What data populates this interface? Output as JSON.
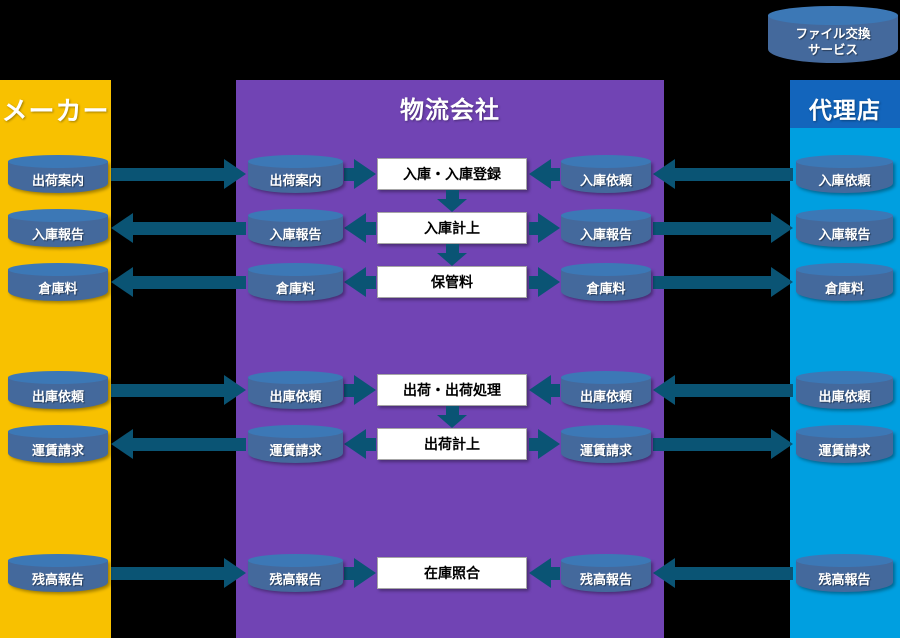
{
  "colors": {
    "bg": "#000000",
    "col-yellow": "#F8C100",
    "col-purple": "#7144B4",
    "col-blue": "#009FE0",
    "col-blue-dark": "#1365BC",
    "arrow": "#0A5474",
    "cyl-top": "#3C78B6",
    "cyl-body": "#44699C",
    "box-bg": "#FFFFFF",
    "box-border": "#A6A6A6"
  },
  "service": {
    "line1": "ファイル交換",
    "line2": "サービス"
  },
  "maker": {
    "title": "メーカー",
    "items": [
      "出荷案内",
      "入庫報告",
      "倉庫料",
      "出庫依頼",
      "運賃請求",
      "残高報告"
    ]
  },
  "logistics": {
    "title": "物流会社",
    "left": [
      "出荷案内",
      "入庫報告",
      "倉庫料",
      "出庫依頼",
      "運賃請求",
      "残高報告"
    ],
    "process": [
      "入庫・入庫登録",
      "入庫計上",
      "保管料",
      "出荷・出荷処理",
      "出荷計上",
      "在庫照合"
    ],
    "right": [
      "入庫依頼",
      "入庫報告",
      "倉庫料",
      "出庫依頼",
      "運賃請求",
      "残高報告"
    ]
  },
  "agency": {
    "title": "代理店",
    "items": [
      "入庫依頼",
      "入庫報告",
      "倉庫料",
      "出庫依頼",
      "運賃請求",
      "残高報告"
    ]
  },
  "flows": {
    "rows": [
      {
        "maker_logistics": "right",
        "cyl_process": "right",
        "process_cyl": "left",
        "agency_logistics": "left"
      },
      {
        "maker_logistics": "left",
        "cyl_process": "left",
        "process_cyl": "right",
        "agency_logistics": "right"
      },
      {
        "maker_logistics": "left",
        "cyl_process": "left",
        "process_cyl": "right",
        "agency_logistics": "right"
      },
      {
        "maker_logistics": "right",
        "cyl_process": "right",
        "process_cyl": "left",
        "agency_logistics": "left"
      },
      {
        "maker_logistics": "left",
        "cyl_process": "left",
        "process_cyl": "right",
        "agency_logistics": "right"
      },
      {
        "maker_logistics": "right",
        "cyl_process": "right",
        "process_cyl": "left",
        "agency_logistics": "left"
      }
    ],
    "down_arrows": [
      "process1-to-process2",
      "process2-to-process3",
      "process4-to-process5"
    ]
  }
}
